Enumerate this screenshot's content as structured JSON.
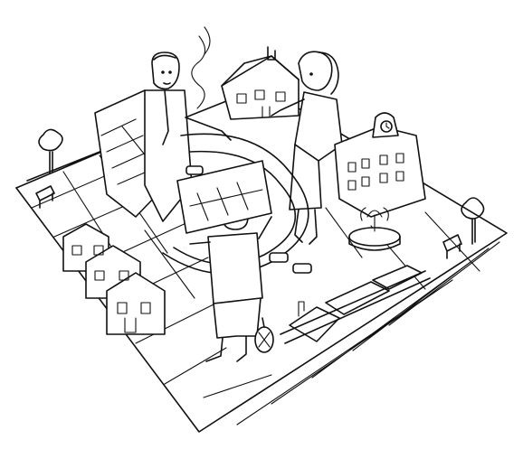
{
  "illustration": {
    "style": "black ink line drawing on white",
    "background": "#ffffff",
    "ink": "#111111",
    "subjects": [
      "city-grid-board",
      "man-in-suit-holding-building",
      "woman-standing-on-road-loop",
      "child-with-tennis-racket",
      "house-model",
      "town-hall-with-clock",
      "row-houses",
      "train",
      "fountain",
      "trees-and-benches"
    ]
  }
}
